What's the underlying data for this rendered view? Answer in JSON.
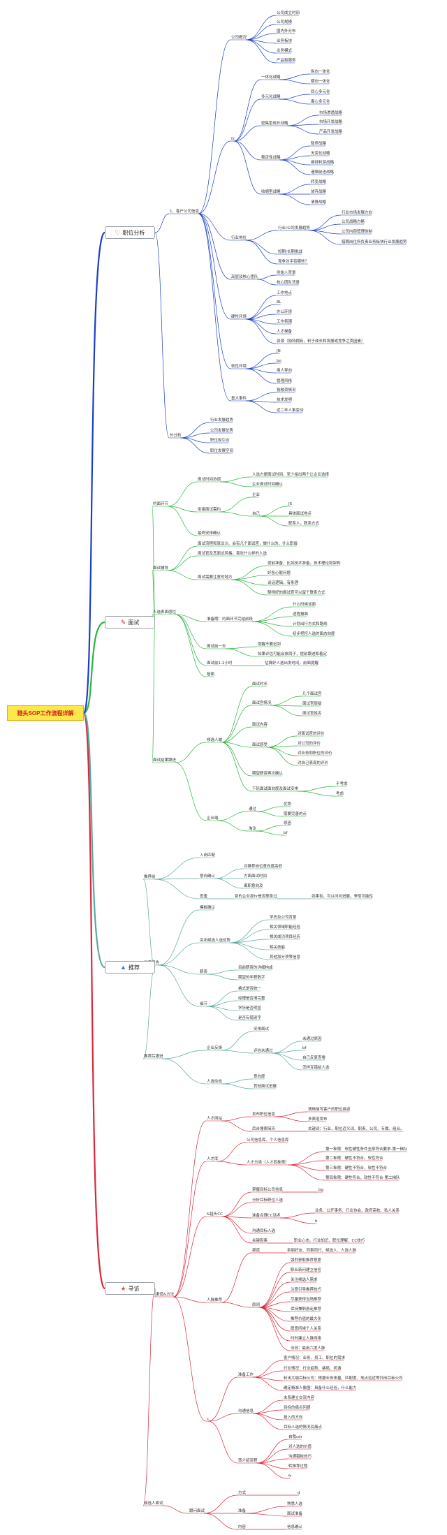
{
  "root": {
    "label": "猎头SOP工作流程详解"
  },
  "branches": [
    {
      "label": "职位分析",
      "icon": "heart-icon",
      "icon_char": "♡",
      "icon_color": "#d62020",
      "color": "#1a3ec8"
    },
    {
      "label": "面试",
      "icon": "pencil-ruler-icon",
      "icon_char": "✎",
      "icon_color": "#d62020",
      "color": "#2bb43e"
    },
    {
      "label": "推荐",
      "icon": "flame-icon",
      "icon_char": "▲",
      "icon_color": "#2a7de0",
      "color": "#5aa8a0"
    },
    {
      "label": "寻访",
      "icon": "star-icon",
      "icon_char": "★",
      "icon_color": "#e8552a",
      "color": "#d8283a"
    }
  ],
  "nodes": {
    "n1": "1、客户公司信息",
    "n2": "公司概况",
    "n3": "公司成立时间",
    "n4": "公司规模",
    "n5": "国内外分布",
    "n6": "业务板块",
    "n7": "业务模式",
    "n8": "产品和服务",
    "n9": "fz",
    "n10": "一体化战略",
    "n11": "纵向一体化",
    "n12": "横向一体化",
    "n13": "多元化战略",
    "n14": "同心多元化",
    "n15": "离心多元化",
    "n16": "密集型成长战略",
    "n17": "市场渗透战略",
    "n18": "市场开发战略",
    "n19": "产品开发战略",
    "n20": "稳定性战略",
    "n21": "暂停战略",
    "n22": "无变化战略",
    "n23": "维持利润战略",
    "n24": "谨慎前进战略",
    "n25": "收缩型战略",
    "n26": "转变战略",
    "n27": "放弃战略",
    "n28": "清算战略",
    "n29": "行业地位",
    "n30": "行业/公司发展趋势",
    "n31": "行业市场发展方向",
    "n32": "公司战略方略",
    "n33": "公司内部管理体制",
    "n34": "猎聘岗位所负责业务板块行业发展趋势",
    "n35": "短期/长期挑战",
    "n36": "竞争对手有哪些？",
    "n37": "高层及核心团队",
    "n38": "创始人背景",
    "n39": "核心团队背景",
    "n40": "硬性环境",
    "n41": "工作地点",
    "n42": "8L",
    "n43": "办公环境",
    "n44": "工作氛围",
    "n45": "人才梯备",
    "n46": "资源（独特拥有，利于成长和发展或竞争之类因素）",
    "n47": "软性环境",
    "n48": "JN",
    "n49": "bo",
    "n50": "用人导向",
    "n51": "管理风格",
    "n52": "重大事件",
    "n53": "投融资情况",
    "n54": "技术发明",
    "n55": "近二年人事变动",
    "n56": "外分析",
    "n57": "行业发展趋势",
    "n58": "公司发展优势",
    "n59": "职位吸引点",
    "n60": "职位发展空间",
    "m1": "约面环节",
    "m2": "面试时间协调",
    "m3": "人选方便面试时间，至少给出两个让企业选择",
    "m4": "企业面试时间确认",
    "m5": "衔接面试需约",
    "m6": "企业",
    "m7": "自己",
    "m8": "JS",
    "m9": "具体面试地点",
    "m10": "联系人，联系方式",
    "m11": "最终安排确认",
    "m12": "面试辅导",
    "m13": "面试流程和就业沙、会有几个面试官，做什么的，什么职级",
    "m14": "面试官及其面试风格，喜欢什么样的人选",
    "m15": "面试需要注意的地方",
    "m16": "提前准备，比如技术准备，技术理论和架构",
    "m17": "好各心般问题",
    "m18": "谈话逻辑，有条理",
    "m19": "聊得好的面试官可以留个联系方式",
    "m20": "人选表面感控",
    "m21": "准备期：约面环节完结前段",
    "m22": "什么时候谈面",
    "m23": "适程报面",
    "m24": "计划出行方式和路线",
    "m25": "初步把控人选的面态向度",
    "m26": "面试前一天",
    "m27": "提醒不要迟到",
    "m28": "如果评估可能会放鸽子，提前跟进和着定",
    "m29": "面试前1-2小时",
    "m30": "估算好人选出发时间，前面提醒",
    "m31": "陪面",
    "m32": "面试结果跟进",
    "m33": "候选人端",
    "m34": "面试时长",
    "m35": "面试官情况",
    "m36": "几个面试官",
    "m37": "面试官层级",
    "m38": "面试官姓名",
    "m39": "面试内容",
    "m40": "面试感受",
    "m41": "对面试官的评价",
    "m42": "对公司的评价",
    "m43": "对业务和职位的评价",
    "m44": "对自己表现的评价",
    "m45": "期望薪资再次确认",
    "m46": "下轮面试面向度及面试安排",
    "m47": "不考虑",
    "m48": "考虑",
    "m49": "企业端",
    "m50": "通过",
    "m51": "优势",
    "m52": "需要完善的点",
    "m53": "淘汰",
    "m54": "原因",
    "m55": "bf",
    "p1": "推荐前",
    "p2": "入岗匹配",
    "p3": "意向确认",
    "p4": "对推荐岗位意向度高低",
    "p5": "方面面试时间",
    "p6": "离职意向及",
    "p7": "查重",
    "p8": "别的企业提hr是否联系过",
    "p9": "如果有，可以问问进展，争取可能性",
    "p10": "推荐报告",
    "p11": "模板确认",
    "p12": "突出候选人选优势",
    "p13": "学历及公司背景",
    "p14": "相关领域职能经验",
    "p15": "相关成功项目经历",
    "p16": "相关技能",
    "p17": "其他加分项等信息",
    "p18": "薪资",
    "p19": "目前薪资的详细构成",
    "p20": "期望的年薪数字",
    "p21": "细节",
    "p22": "格式是否统一",
    "p23": "经理是否清完整",
    "p24": "学历是否明显",
    "p25": "是否有错别字",
    "p26": "推荐后跟进",
    "p27": "企业反馈",
    "p28": "安排面试",
    "p29": "评估未通过",
    "p30": "未通过原因",
    "p31": "bf",
    "p32": "自己反复查看",
    "p33": "怎样互猎给人选",
    "p34": "人选动态",
    "p35": "意向度",
    "p36": "其他面试进展",
    "s1": "渠道&方法",
    "s2": "人才网站",
    "s3": "发布职位信息",
    "s4": "清晰描写客户的职位描述",
    "s5": "多渠道发布",
    "s6": "后台搜索简历",
    "s7": "关键词：行业、职位近义词、职责、公司、专属、组合。",
    "s8": "人才库",
    "s9": "公司信息库、个人信息库",
    "s10": "人才分类（人才四象限）",
    "s11": "第一象限：软性硬性条件全部符合要求-第一梯队",
    "s12": "第二象限：硬性不符合，软性符合",
    "s13": "第三象限：硬性不符合，软性不符合",
    "s14": "第四象限：硬性符合，软性不符合-第二梯队",
    "s15": "&猎头CC",
    "s16": "掌握目标公司信息",
    "s17": "bg",
    "s18": "分析目标职位人选",
    "s19": "准备合理CC话术",
    "s20": "业务、公开事务、行业协会、政府高校、私人关系",
    "s21": "b",
    "s22": "沟通目标人选",
    "s23": "关键因素",
    "s24": "职业心态、行业知识、职位理解、CC技巧",
    "s25": "人脉推荐",
    "s26": "渠道",
    "s27": "亲朋好友、同事同行、候选人、人选人脉",
    "s28": "原则",
    "s29": "强烈获取推荐意愿",
    "s30": "职业新问建立信任",
    "s31": "关注候选人需求",
    "s32": "注意引导推荐技巧",
    "s33": "尽量获得当场推荐",
    "s34": "保持兼职游走推荐",
    "s35": "推荐价值的最大化",
    "s36": "愿意所候个人关系",
    "s37": "时时建立人脉网络",
    "s38": "法则：最用六度人脉",
    "s39": "c",
    "s40": "准备工作",
    "s41": "客户情况：业务、员工、职位的需求",
    "s42": "行业情况：行业趋势、格局、机遇",
    "s43": "利出大咖目标公司：根据业务体量、匹配度、地点远近等列出目标公司",
    "s44": "确定精准人像图：具备什么经验，什么能力",
    "s45": "沟通信息",
    "s46": "未系建立交流内容",
    "s47": "目标的痛点问题",
    "s48": "投入的方向",
    "s49": "目标人选的情况及痛点",
    "s50": "转介绍流程",
    "s51": "自我cdr",
    "s52": "对人选的价值",
    "s53": "沟通猎板技巧",
    "s54": "转推荐过程",
    "s55": "fr",
    "s56": "候选人面试",
    "s57": "跟问面试",
    "s58": "方式",
    "s59": "d",
    "s60": "准备",
    "s61": "熟悉人选",
    "s62": "面试准备",
    "s63": "内容",
    "s64": "信息确认"
  }
}
